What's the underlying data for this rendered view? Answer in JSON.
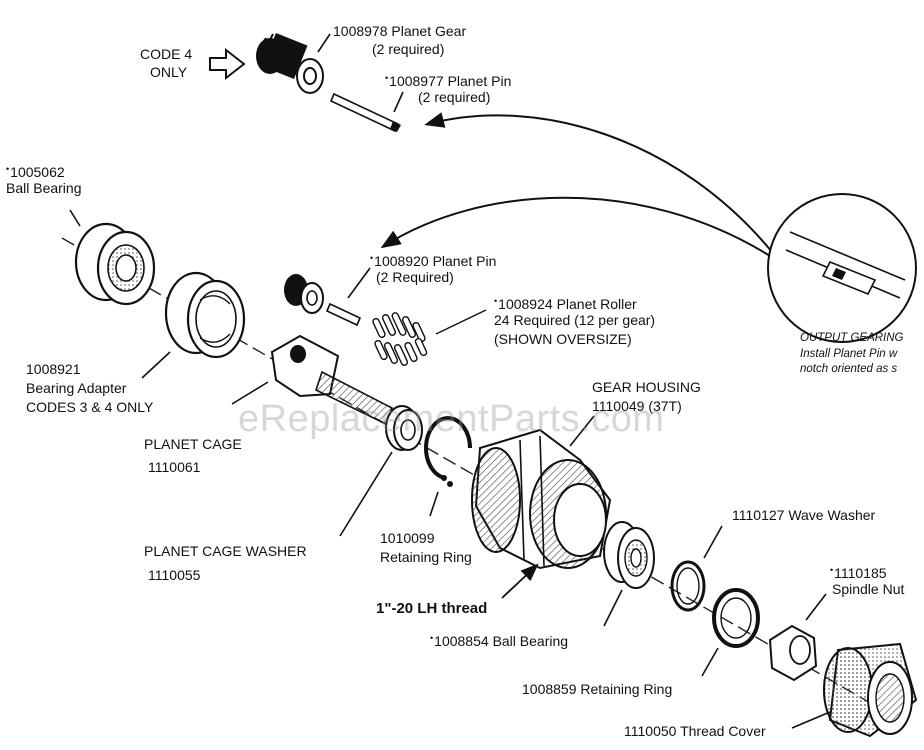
{
  "code_note": {
    "line1": "CODE 4",
    "line2": "ONLY"
  },
  "parts": {
    "planet_gear": {
      "number": "1008978",
      "name": "Planet Gear",
      "qty": "(2 required)"
    },
    "planet_pin_top": {
      "bullet": "•",
      "number": "1008977",
      "name": "Planet Pin",
      "qty": "(2 required)"
    },
    "ball_bearing_left": {
      "bullet": "•",
      "number": "1005062",
      "name": "Ball Bearing"
    },
    "planet_pin_mid": {
      "bullet": "•",
      "number": "1008920",
      "name": "Planet Pin",
      "qty": "(2 Required)"
    },
    "planet_roller": {
      "bullet": "•",
      "number": "1008924",
      "name": "Planet Roller",
      "qty": "24 Required (12 per gear)",
      "note": "(SHOWN OVERSIZE)"
    },
    "bearing_adapter": {
      "number": "1008921",
      "name": "Bearing Adapter",
      "note": "CODES 3 & 4 ONLY"
    },
    "gear_housing": {
      "name": "GEAR HOUSING",
      "number": "1110049 (37T)"
    },
    "planet_cage": {
      "name": "PLANET CAGE",
      "number": "1110061"
    },
    "retaining_ring_a": {
      "number": "1010099",
      "name": "Retaining Ring"
    },
    "planet_cage_washer": {
      "name": "PLANET CAGE WASHER",
      "number": "1110055"
    },
    "thread_note": "1\"-20 LH thread",
    "ball_bearing_right": {
      "bullet": "•",
      "number": "1008854",
      "name": "Ball Bearing"
    },
    "wave_washer": {
      "number": "1110127",
      "name": "Wave Washer"
    },
    "spindle_nut": {
      "bullet": "•",
      "number": "1110185",
      "name": "Spindle Nut"
    },
    "retaining_ring_b": {
      "number": "1008859",
      "name": "Retaining Ring"
    },
    "thread_cover": {
      "number": "1110050",
      "name": "Thread Cover"
    }
  },
  "inset": {
    "title": "OUTPUT GEARING",
    "line2": "Install Planet Pin  w",
    "line3": "notch oriented as s"
  },
  "watermark": "eReplacementParts.com"
}
